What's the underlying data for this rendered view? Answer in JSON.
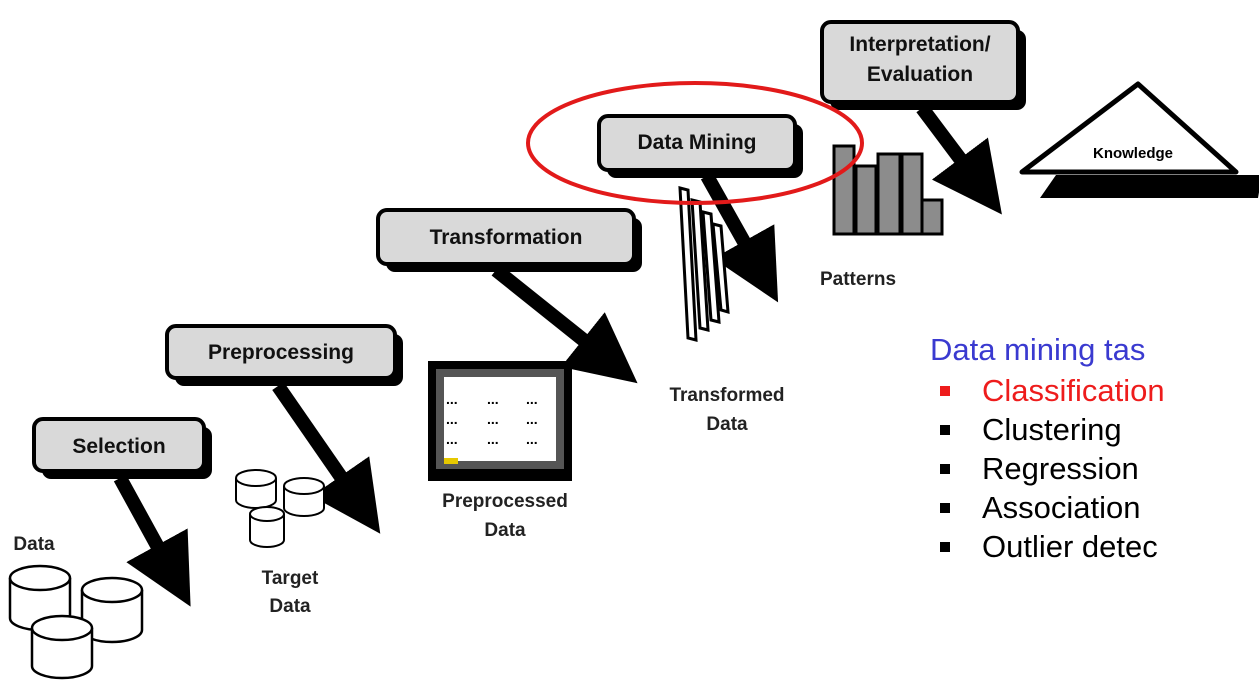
{
  "steps": {
    "selection": "Selection",
    "preprocessing": "Preprocessing",
    "transformation": "Transformation",
    "data_mining": "Data Mining",
    "interpretation_line1": "Interpretation/",
    "interpretation_line2": "Evaluation"
  },
  "artifacts": {
    "data": "Data",
    "target_line1": "Target",
    "target_line2": "Data",
    "preprocessed_line1": "Preprocessed",
    "preprocessed_line2": "Data",
    "transformed_line1": "Transformed",
    "transformed_line2": "Data",
    "patterns": "Patterns",
    "knowledge": "Knowledge",
    "table_dots": "..."
  },
  "tasks": {
    "title": "Data mining tas",
    "items": [
      "Classification",
      "Clustering",
      "Regression",
      "Association",
      "Outlier detec"
    ]
  },
  "colors": {
    "highlight": "#ee1c1c",
    "title": "#3a3ad0",
    "box_fill": "#d9d9d9"
  }
}
